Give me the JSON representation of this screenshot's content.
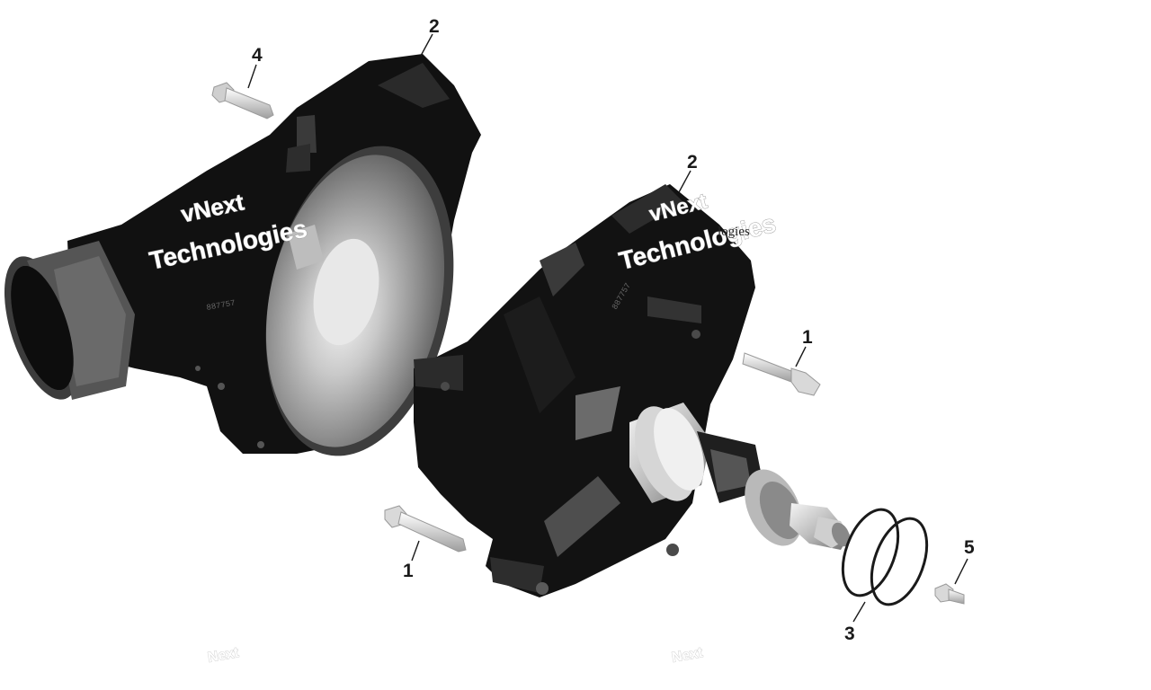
{
  "diagram": {
    "callouts": [
      {
        "id": "c1a",
        "label": "1"
      },
      {
        "id": "c1b",
        "label": "1"
      },
      {
        "id": "c2a",
        "label": "2"
      },
      {
        "id": "c2b",
        "label": "2"
      },
      {
        "id": "c3",
        "label": "3"
      },
      {
        "id": "c4",
        "label": "4"
      },
      {
        "id": "c5",
        "label": "5"
      }
    ],
    "watermarks": {
      "line1": "vNext",
      "line2": "Technologies",
      "small": "logies",
      "faint": "Next"
    },
    "part_stamps": [
      "887757"
    ]
  }
}
